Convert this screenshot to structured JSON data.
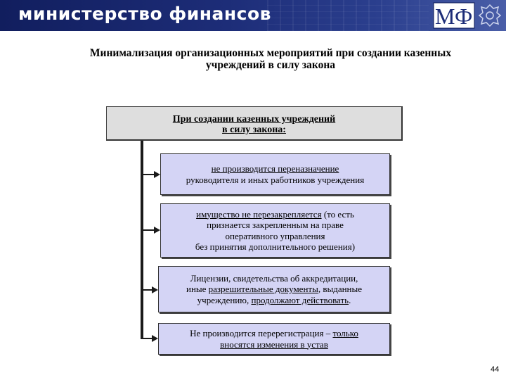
{
  "header": {
    "ministry_title": "министерство финансов",
    "logo_text": "МФ",
    "background_color": "#1d2d78"
  },
  "page_title": {
    "line1": "Минимализация организационных мероприятий при создании казенных",
    "line2": "учреждений в силу закона"
  },
  "main_box": {
    "line1": "При создании казенных учреждений",
    "line2": "в силу закона:",
    "background_color": "#dedede"
  },
  "items": [
    {
      "line1": "не производится переназначение",
      "line2": "руководителя и иных работников учреждения"
    },
    {
      "line1_underlined": "имущество не перезакрепляется",
      "line1_rest": " (то есть",
      "line2": "признается закрепленным на праве",
      "line3": "оперативного управления",
      "line4": "без принятия дополнительного решения)"
    },
    {
      "line1": "Лицензии, свидетельства об аккредитации,",
      "line2_pre": "иные ",
      "line2_underlined": "разрешительные документы",
      "line2_post": ", выданные",
      "line3_pre": "учреждению, ",
      "line3_underlined": "продолжают действовать",
      "line3_post": "."
    },
    {
      "line1_pre": "Не производится перерегистрация – ",
      "line1_underlined": "только",
      "line2_underlined": "вносятся изменения в устав"
    }
  ],
  "box_color": "#d4d4f5",
  "page_number": "44"
}
